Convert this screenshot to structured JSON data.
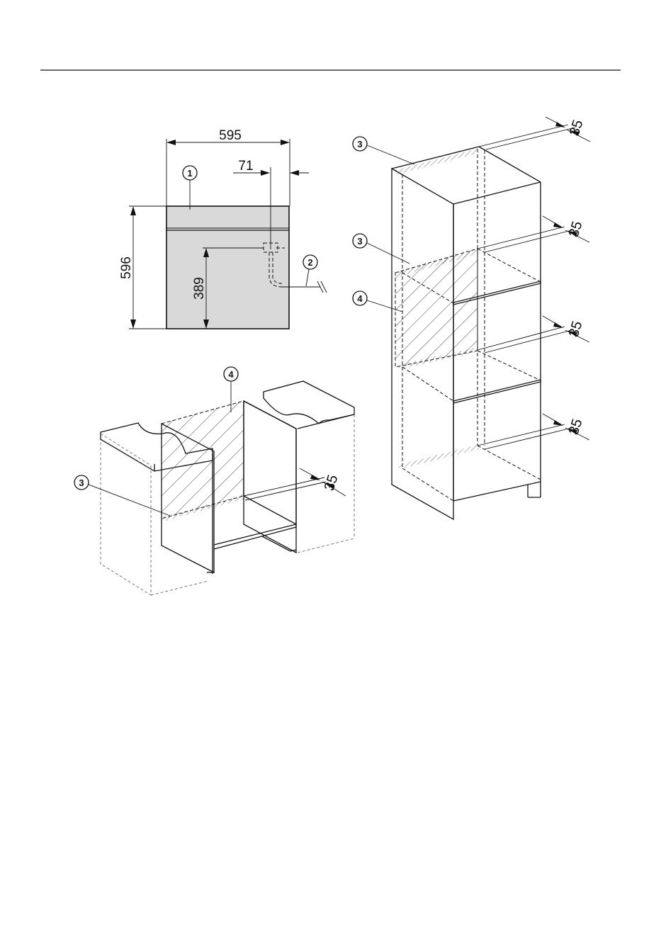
{
  "dimensions": {
    "width": "595",
    "height": "596",
    "socket_offset_right": "71",
    "socket_height": "389"
  },
  "gap_labels": [
    "35",
    "35",
    "35",
    "35",
    "35"
  ],
  "callouts": {
    "front_appliance": "1",
    "cable": "2",
    "tall_top": "3",
    "tall_mid": "3",
    "tall_area": "4",
    "under_area": "4",
    "under_gap": "3"
  },
  "colors": {
    "panel_fill": "#d9d9d9",
    "line": "#111111",
    "hatch": "#444444"
  }
}
